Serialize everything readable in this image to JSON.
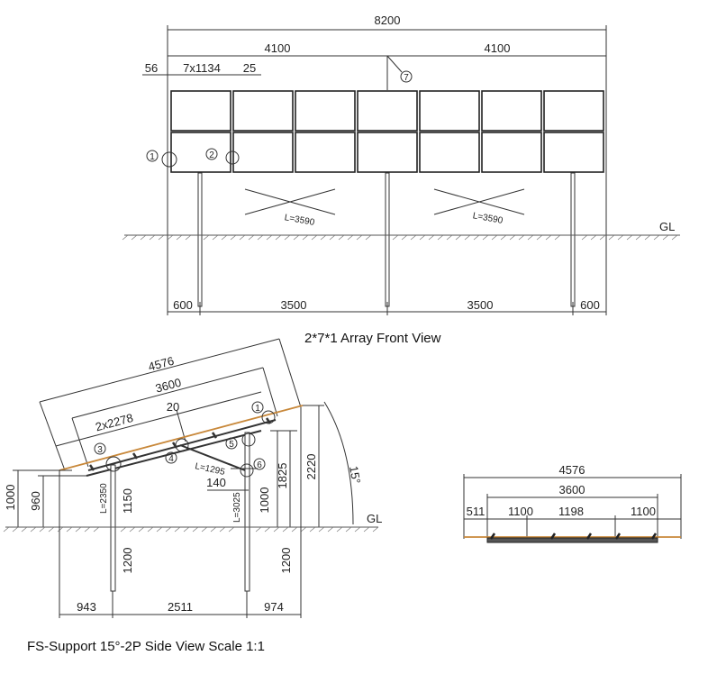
{
  "front_view": {
    "caption": "2*7*1  Array  Front View",
    "dim_total": "8200",
    "dim_half_left": "4100",
    "dim_half_right": "4100",
    "dim_edge": "56",
    "dim_modules": "7x1134",
    "dim_gap": "25",
    "brace_left": "L=3590",
    "brace_right": "L=3590",
    "ground_label": "GL",
    "dim_bottom_left": "600",
    "dim_bottom_mid1": "3500",
    "dim_bottom_mid2": "3500",
    "dim_bottom_right": "600",
    "callout_1": "1",
    "callout_2": "2",
    "callout_7": "7"
  },
  "side_view": {
    "caption": "FS-Support 15°-2P   Side View   Scale  1:1",
    "dim_panel_length": "4576",
    "dim_rail": "3600",
    "dim_modules": "2x2278",
    "dim_20": "20",
    "angle": "15°",
    "dim_2220": "2220",
    "dim_1825": "1825",
    "dim_1000_left": "1000",
    "dim_960": "960",
    "dim_1150": "1150",
    "dim_1200_left": "1200",
    "dim_1000_right": "1000",
    "dim_1200_right": "1200",
    "dim_140": "140",
    "leg_front": "L=2350",
    "leg_rear": "L=3025",
    "brace": "L=1295",
    "ground_label": "GL",
    "dim_943": "943",
    "dim_2511": "2511",
    "dim_974": "974",
    "callout_1": "1",
    "callout_3": "3",
    "callout_4": "4",
    "callout_5": "5",
    "callout_6": "6"
  },
  "top_view": {
    "dim_total": "4576",
    "dim_rail": "3600",
    "dim_511": "511",
    "dim_1100_a": "1100",
    "dim_1198": "1198",
    "dim_1100_b": "1100"
  }
}
